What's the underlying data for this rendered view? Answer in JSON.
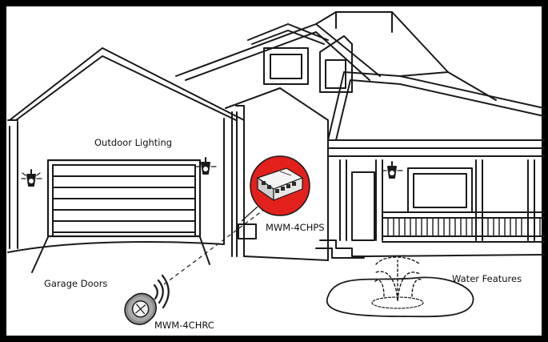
{
  "labels": {
    "outdoor_lighting": "Outdoor Lighting",
    "hub_model": "MWM-4CHPS",
    "garage_doors": "Garage Doors",
    "water_features": "Water Features",
    "remote_model": "MWM-4CHRC"
  },
  "colors": {
    "frame": "#000000",
    "line": "#1a1a1a",
    "accent": "#e3211c",
    "background": "#ffffff"
  }
}
